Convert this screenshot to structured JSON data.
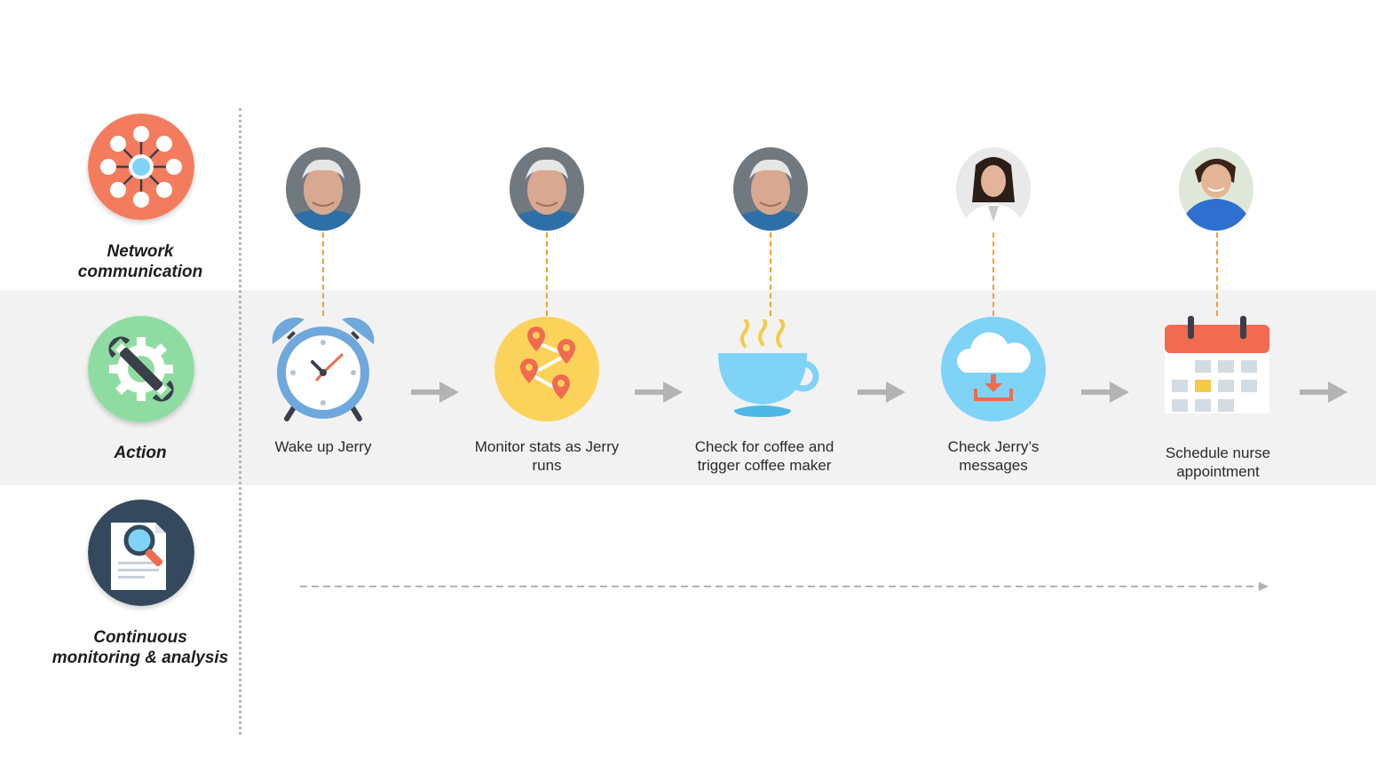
{
  "rows": [
    {
      "label_line1": "Network",
      "label_line2": "communication",
      "icon": "network-icon",
      "color": "#f47c5e"
    },
    {
      "label_line1": "Action",
      "label_line2": "",
      "icon": "wrench-gear-icon",
      "color": "#8fdca3"
    },
    {
      "label_line1": "Continuous",
      "label_line2": "monitoring & analysis",
      "icon": "document-search-icon",
      "color": "#34495e"
    }
  ],
  "steps": [
    {
      "line1": "Wake up Jerry",
      "line2": "",
      "icon": "alarm-clock-icon",
      "avatar": "elderly-man-avatar"
    },
    {
      "line1": "Monitor stats as Jerry",
      "line2": "runs",
      "icon": "map-route-icon",
      "avatar": "elderly-man-avatar"
    },
    {
      "line1": "Check for coffee and",
      "line2": "trigger coffee maker",
      "icon": "coffee-cup-icon",
      "avatar": "elderly-man-avatar"
    },
    {
      "line1": "Check Jerry’s",
      "line2": "messages",
      "icon": "cloud-download-icon",
      "avatar": "doctor-avatar"
    },
    {
      "line1": "Schedule nurse",
      "line2": "appointment",
      "icon": "calendar-icon",
      "avatar": "nurse-avatar"
    }
  ],
  "colors": {
    "band": "#f2f2f2",
    "connector": "#f0a030",
    "arrow": "#b3b3b3",
    "clock_blue": "#6fa8dc",
    "map_yellow": "#fcd35a",
    "pin_red": "#f06b4f",
    "cup_blue": "#7fd3f7",
    "cloud_blue": "#7fd3f7",
    "calendar_red": "#f06b4f",
    "calendar_accent": "#f7c948"
  }
}
